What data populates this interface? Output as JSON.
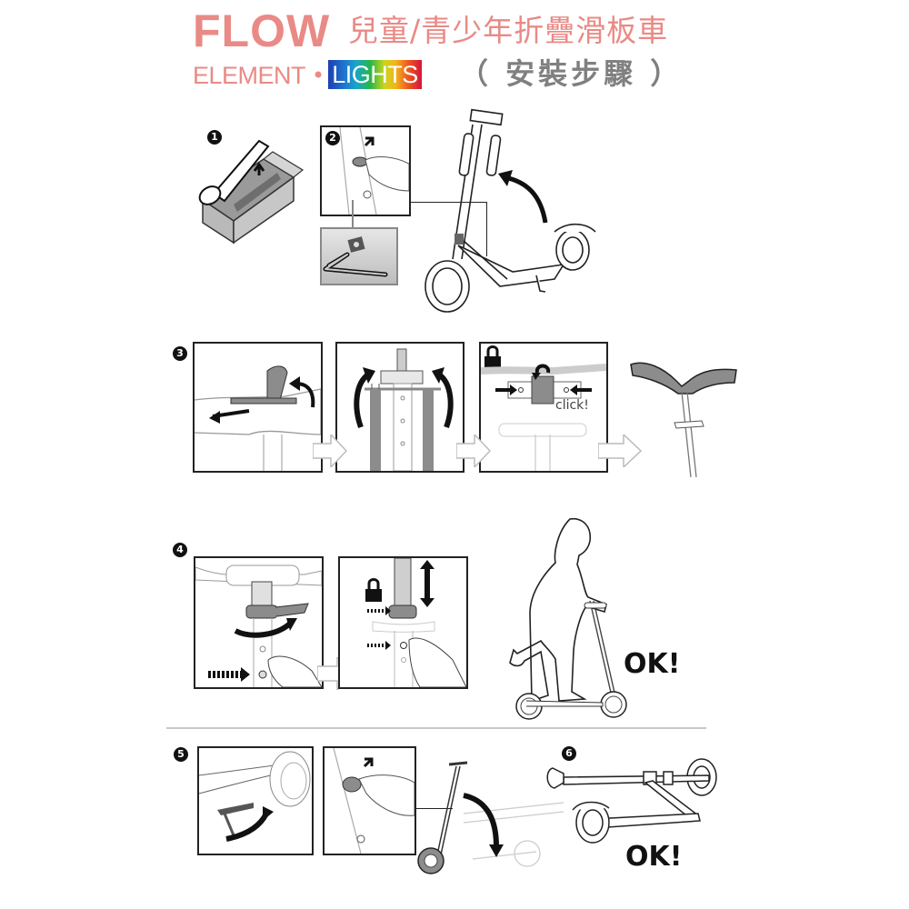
{
  "header": {
    "brand": "FLOW",
    "product_name_cn": "兒童/青少年折疊滑板車",
    "model": "ELEMENT",
    "separator": "•",
    "variant_badge": "LIGHTS",
    "section_title_cn": "（ 安裝步驟 ）"
  },
  "colors": {
    "brand_pink": "#e98a86",
    "gray_text": "#808080",
    "ink": "#111111",
    "panel_fill_gray": "#8c8c8c",
    "divider": "#c8c8c8"
  },
  "steps": [
    {
      "number": "1",
      "description_icon": "box-unpack-illustration"
    },
    {
      "number": "2",
      "description_icon": "unfold-scooter-illustration",
      "detail_inset": "hook-latch-closeup"
    },
    {
      "number": "3",
      "description_icon": "handlebar-assembly-sequence",
      "labels": {
        "click": "click!"
      }
    },
    {
      "number": "4",
      "description_icon": "height-adjust-sequence",
      "result_label": "OK!"
    },
    {
      "number": "5",
      "description_icon": "kickstand-fold-sequence"
    },
    {
      "number": "6",
      "description_icon": "folded-scooter",
      "result_label": "OK!"
    }
  ]
}
